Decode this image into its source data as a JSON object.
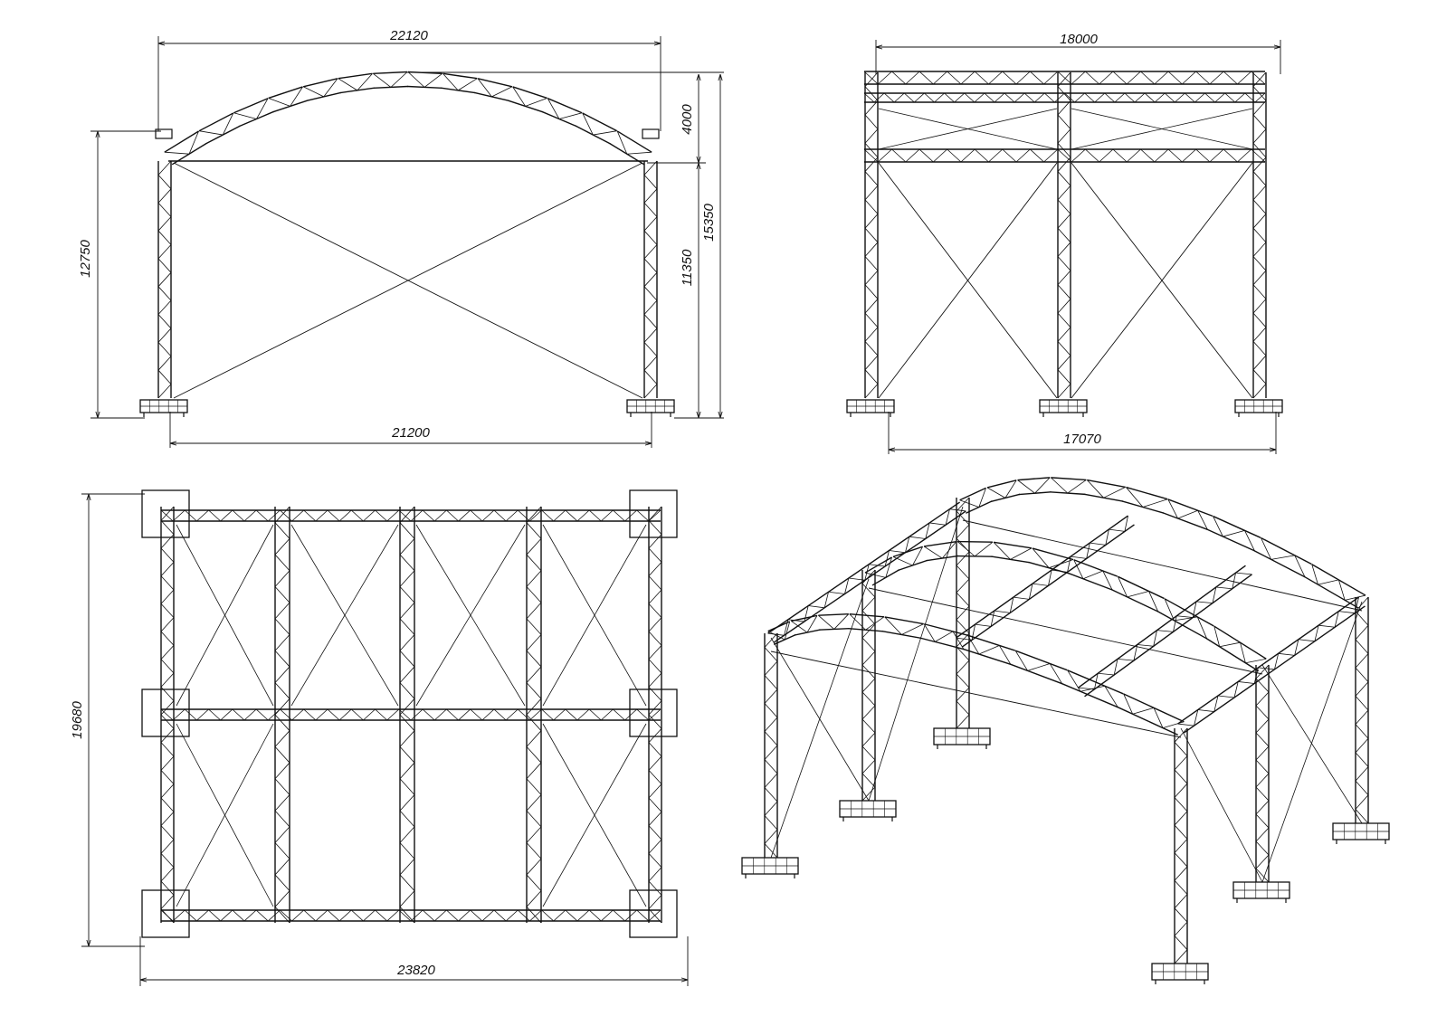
{
  "drawing": {
    "views": {
      "front": {
        "top_width": "22120",
        "base_width": "21200",
        "roof_height": "4000",
        "column_height": "11350",
        "total_height": "15350",
        "side_height": "12750"
      },
      "side": {
        "top_width": "18000",
        "base_width": "17070"
      },
      "plan": {
        "width": "23820",
        "depth": "19680"
      },
      "isometric": {}
    }
  }
}
